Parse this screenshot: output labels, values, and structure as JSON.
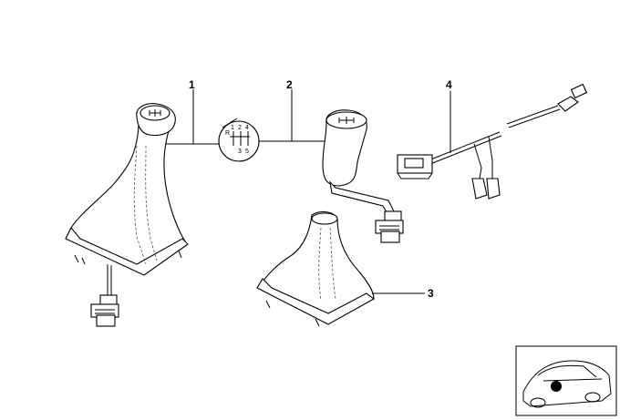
{
  "callouts": {
    "c1": "1",
    "c2": "2",
    "c3": "3",
    "c4": "4"
  },
  "shift_pattern": {
    "r": "R",
    "g1": "1",
    "g2": "2",
    "g3": "3",
    "g4": "4",
    "g5": "5"
  },
  "icons": [
    "gear-knob",
    "shift-boot",
    "wiring-harness",
    "shift-pattern-badge",
    "car-location-thumbnail"
  ]
}
